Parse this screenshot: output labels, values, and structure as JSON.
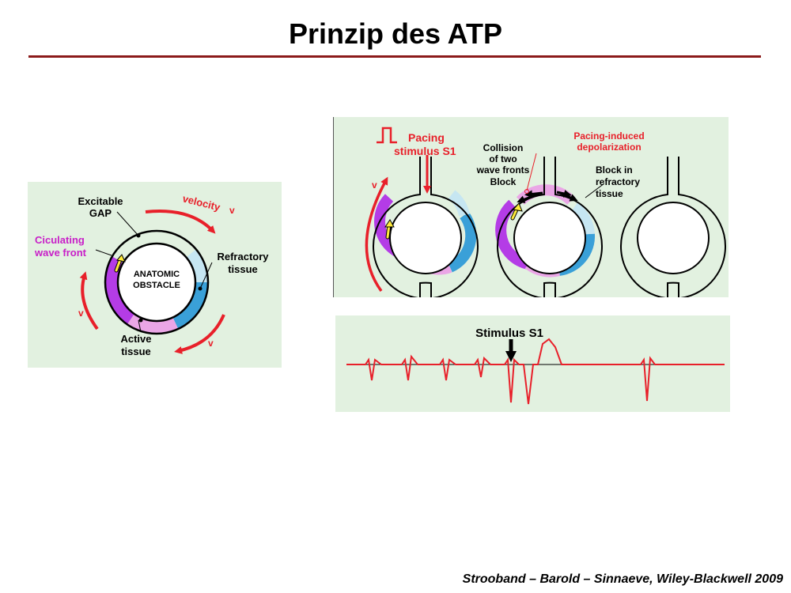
{
  "slide": {
    "title": "Prinzip des ATP",
    "citation": "Strooband – Barold – Sinnaeve, Wiley-Blackwell 2009"
  },
  "left_panel": {
    "excitable_gap_line1": "Excitable",
    "excitable_gap_line2": "GAP",
    "velocity": "velocity",
    "v": "v",
    "wave_front_line1": "Ciculating",
    "wave_front_line2": "wave front",
    "obstacle_line1": "ANATOMIC",
    "obstacle_line2": "OBSTACLE",
    "refractory_line1": "Refractory",
    "refractory_line2": "tissue",
    "active_line1": "Active",
    "active_line2": "tissue"
  },
  "right_panel": {
    "pacing_line1": "Pacing",
    "pacing_line2": "stimulus S1",
    "v": "v",
    "collision_line1": "Collision",
    "collision_line2": "of two",
    "collision_line3": "wave fronts",
    "collision_line4": "Block",
    "pacing_induced_line1": "Pacing-induced",
    "pacing_induced_line2": "depolarization",
    "block_line1": "Block in",
    "block_line2": "refractory",
    "block_line3": "tissue"
  },
  "ecg_panel": {
    "stimulus_label": "Stimulus S1"
  },
  "colors": {
    "panel_bg": "#e2f1e0",
    "title_rule": "#8b1a1a",
    "red": "#e8202a",
    "magenta": "#c81ec8",
    "active_purple": "#b43ce6",
    "light_pink": "#eaa6e6",
    "refractory_blue": "#3aa0d8",
    "light_cyan": "#c6e6f2"
  }
}
